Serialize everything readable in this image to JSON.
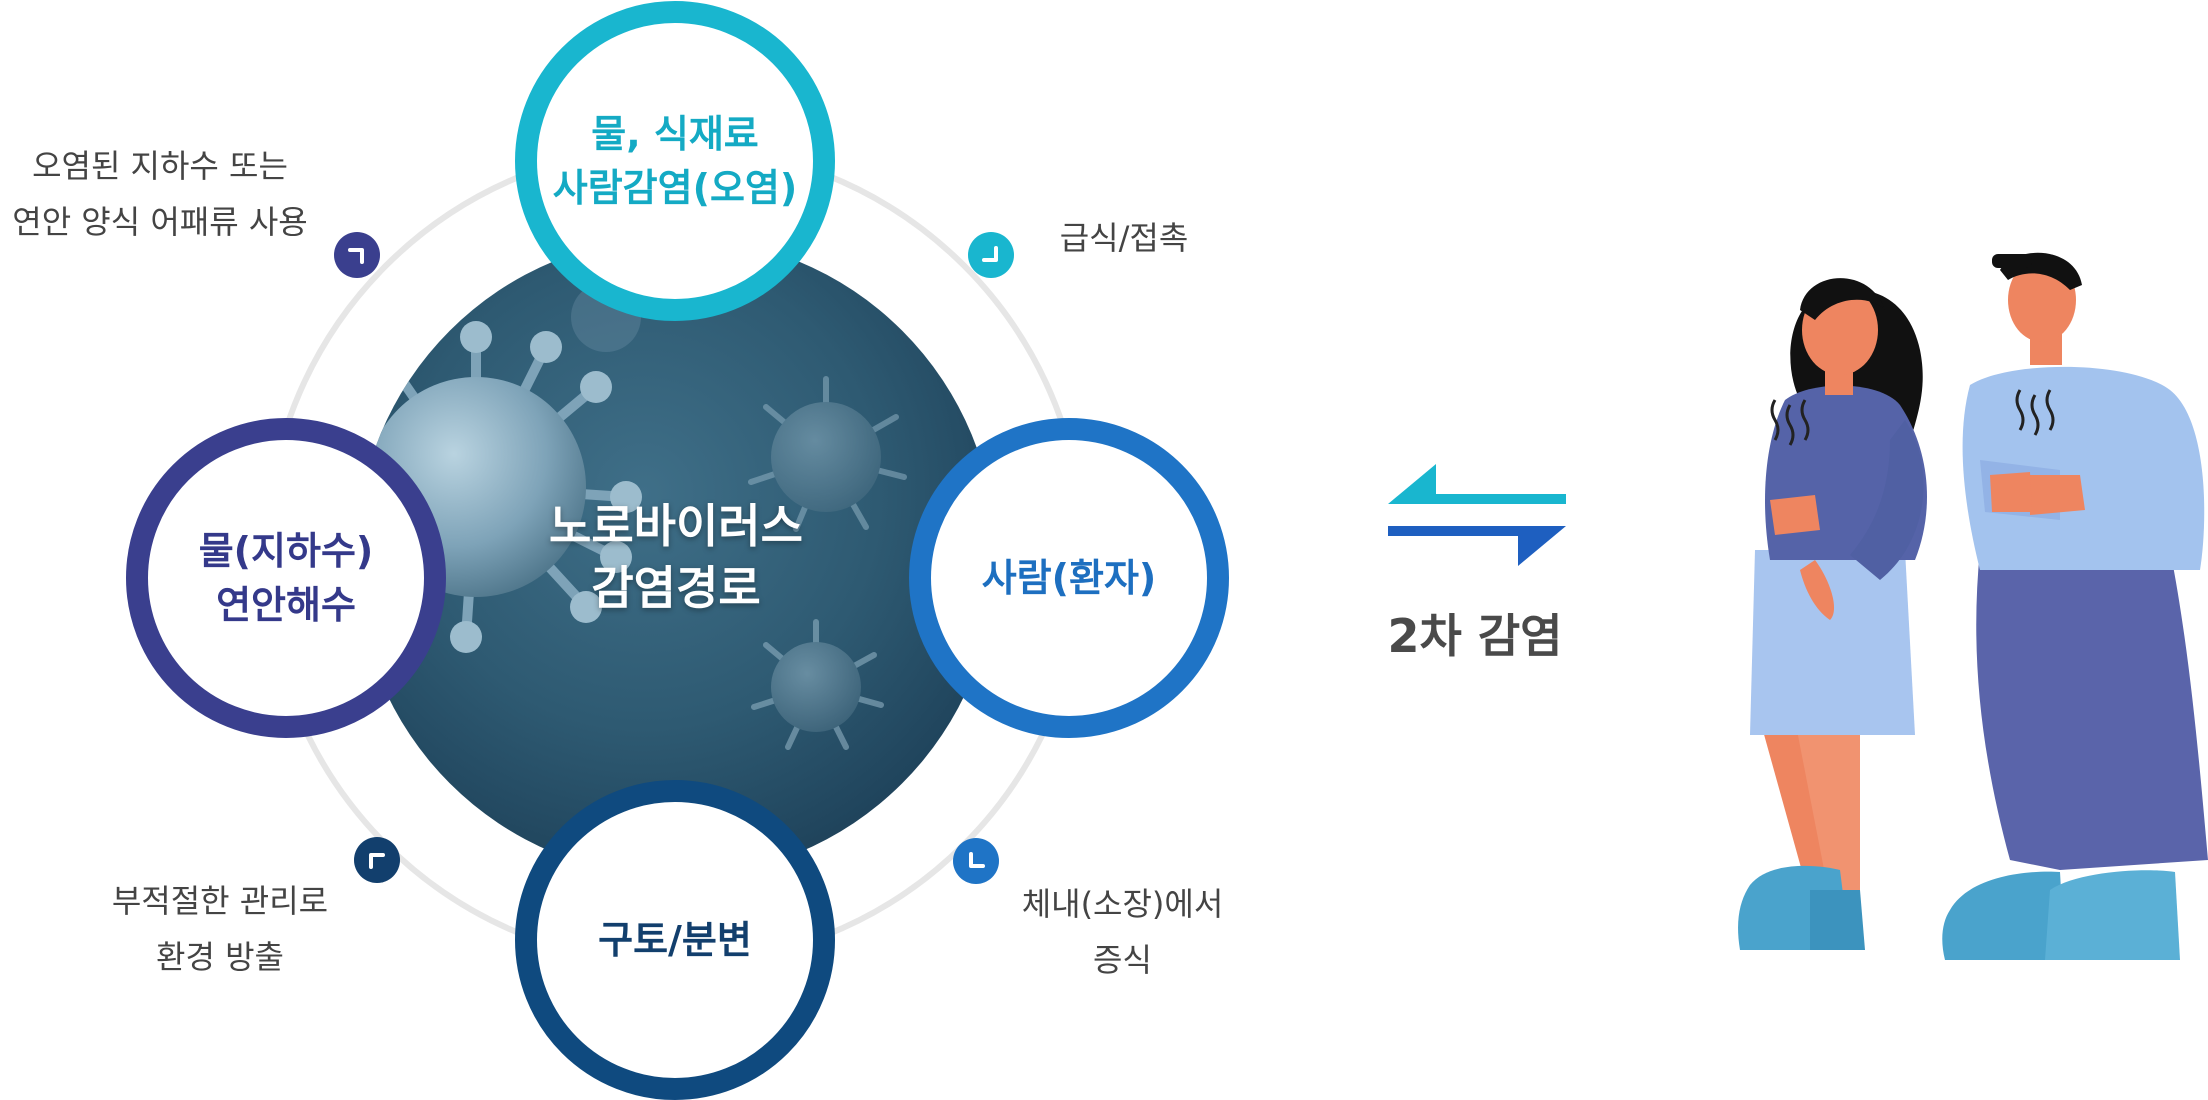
{
  "center": {
    "title_line1": "노로바이러스",
    "title_line2": "감염경로"
  },
  "nodes": {
    "top": {
      "line1": "물, 식재료",
      "line2": "사람감염(오염)",
      "color": "#19b6cf"
    },
    "right": {
      "line1": "사람(환자)",
      "color": "#1f74c6"
    },
    "bottom": {
      "line1": "구토/분변",
      "color": "#123f6d"
    },
    "left": {
      "line1": "물(지하수)",
      "line2": "연안해수",
      "color": "#3a3f8e"
    }
  },
  "notes": {
    "top_left": {
      "line1": "오염된 지하수 또는",
      "line2": "연안 양식 어패류 사용"
    },
    "top_right": {
      "line1": "급식/접촉"
    },
    "bottom_right": {
      "line1": "체내(소장)에서",
      "line2": "증식"
    },
    "bottom_left": {
      "line1": "부적절한 관리로",
      "line2": "환경 방출"
    }
  },
  "markers": [
    {
      "icon": "corner-arrow-icon",
      "color": "#3a3f8e"
    },
    {
      "icon": "corner-arrow-icon",
      "color": "#19b6cf"
    },
    {
      "icon": "corner-arrow-icon",
      "color": "#1f74c6"
    },
    {
      "icon": "corner-arrow-icon",
      "color": "#123f6d"
    }
  ],
  "exchange": {
    "label": "2차 감염",
    "icon": "bidirectional-arrows-icon",
    "colors": [
      "#19b6cf",
      "#1e5fc0"
    ]
  },
  "illustration": {
    "icon": "sick-couple-illustration"
  }
}
